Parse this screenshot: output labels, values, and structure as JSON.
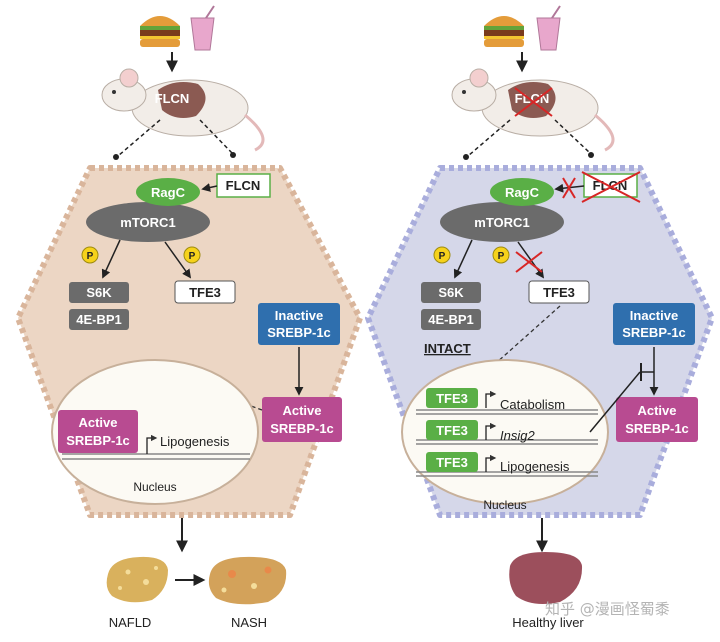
{
  "left_panel": {
    "mouse_label": "FLCN",
    "ragc": "RagC",
    "flcn_box": "FLCN",
    "mtorc1": "mTORC1",
    "p1": "P",
    "p2": "P",
    "s6k": "S6K",
    "ebp1": "4E-BP1",
    "tfe3": "TFE3",
    "inactive_srebp_line1": "Inactive",
    "inactive_srebp_line2": "SREBP-1c",
    "active_srebp_cyto_line1": "Active",
    "active_srebp_cyto_line2": "SREBP-1c",
    "active_srebp_nuc_line1": "Active",
    "active_srebp_nuc_line2": "SREBP-1c",
    "gene": "Lipogenesis",
    "nucleus": "Nucleus",
    "outcome1": "NAFLD",
    "outcome2": "NASH"
  },
  "right_panel": {
    "mouse_label": "FLCN",
    "ragc": "RagC",
    "flcn_box": "FLCN",
    "mtorc1": "mTORC1",
    "p1": "P",
    "p2": "P",
    "s6k": "S6K",
    "ebp1": "4E-BP1",
    "intact": "INTACT",
    "tfe3": "TFE3",
    "inactive_srebp_line1": "Inactive",
    "inactive_srebp_line2": "SREBP-1c",
    "active_srebp_line1": "Active",
    "active_srebp_line2": "SREBP-1c",
    "nuclear_tfe3": [
      "TFE3",
      "TFE3",
      "TFE3"
    ],
    "genes": [
      "Catabolism",
      "Insig2",
      "Lipogenesis"
    ],
    "nucleus": "Nucleus",
    "outcome": "Healthy liver"
  },
  "watermark": "知乎 @漫画怪蜀黍",
  "colors": {
    "left_cell": "#ecd6c4",
    "right_cell": "#d5d7e9",
    "green": "#5aaf46",
    "grey": "#6b6b6b",
    "blue": "#2f6fae",
    "magenta": "#b84b91",
    "phospho": "#f6d21b",
    "cross": "#d82626"
  }
}
